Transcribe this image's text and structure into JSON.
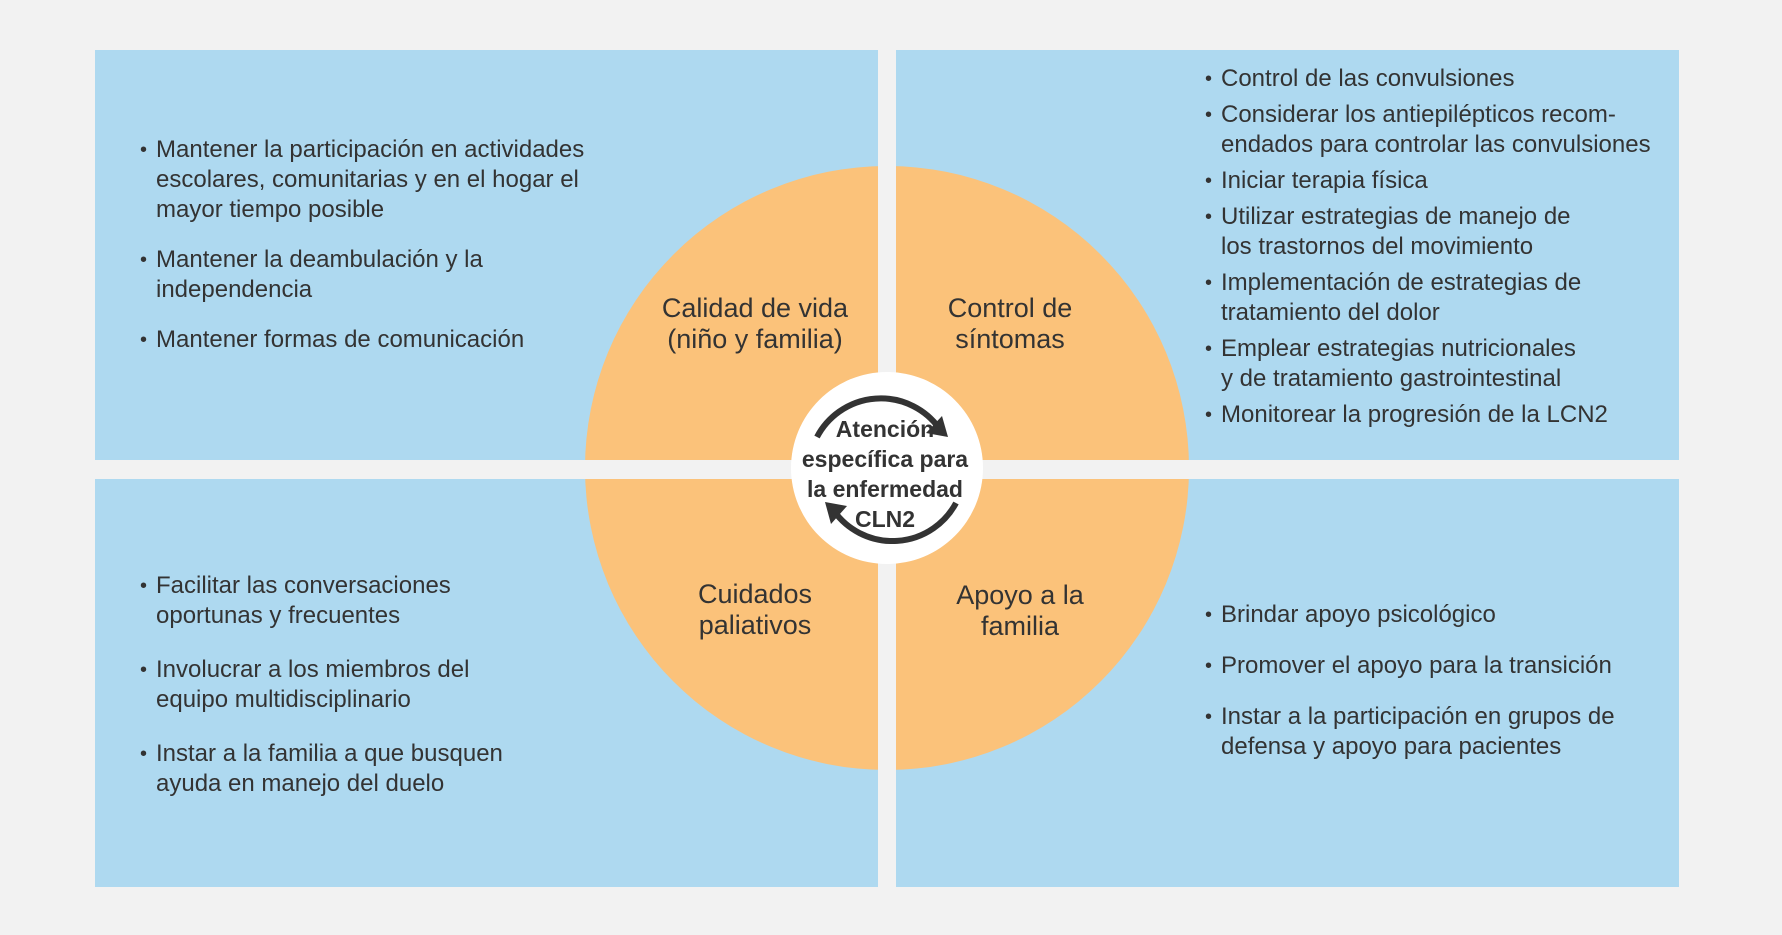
{
  "colors": {
    "background": "#f2f2f2",
    "quadrant": "#aed9f0",
    "circle": "#fbc27a",
    "center": "#ffffff",
    "text": "#333333",
    "arrows": "#333333"
  },
  "center": {
    "line1": "Atención",
    "line2": "específica para",
    "line3": "la enfermedad",
    "line4": "CLN2",
    "icon": "cycle-arrows-icon"
  },
  "segments": {
    "top_left": {
      "line1": "Calidad de vida",
      "line2": "(niño y familia)"
    },
    "top_right": {
      "line1": "Control de",
      "line2": "síntomas"
    },
    "bottom_left": {
      "line1": "Cuidados",
      "line2": "paliativos"
    },
    "bottom_right": {
      "line1": "Apoyo a la",
      "line2": "familia"
    }
  },
  "bullet_glyph": "•",
  "lists": {
    "top_left": [
      {
        "l1": "Mantener la participación en actividades",
        "l2": "escolares, comunitarias y en el hogar el",
        "l3": "mayor tiempo posible"
      },
      {
        "l1": "Mantener la deambulación y la",
        "l2": "independencia"
      },
      {
        "l1": "Mantener formas de comunicación"
      }
    ],
    "top_right": [
      {
        "l1": "Control de las convulsiones"
      },
      {
        "l1": "Considerar los antiepilépticos recom-",
        "l2": "endados para controlar las convulsiones"
      },
      {
        "l1": "Iniciar terapia física"
      },
      {
        "l1": "Utilizar estrategias de manejo de",
        "l2": "los trastornos del movimiento"
      },
      {
        "l1": "Implementación de estrategias de",
        "l2": "tratamiento del dolor"
      },
      {
        "l1": "Emplear estrategias nutricionales",
        "l2": "y de tratamiento gastrointestinal"
      },
      {
        "l1": "Monitorear la progresión de la LCN2"
      }
    ],
    "bottom_left": [
      {
        "l1": "Facilitar las conversaciones",
        "l2": "oportunas y frecuentes"
      },
      {
        "l1": "Involucrar a los miembros del",
        "l2": "equipo multidisciplinario"
      },
      {
        "l1": "Instar a la familia a que busquen",
        "l2": "ayuda en manejo del duelo"
      }
    ],
    "bottom_right": [
      {
        "l1": "Brindar apoyo psicológico"
      },
      {
        "l1": "Promover el apoyo para la transición"
      },
      {
        "l1": "Instar a la participación en grupos de",
        "l2": "defensa y apoyo para pacientes"
      }
    ]
  }
}
